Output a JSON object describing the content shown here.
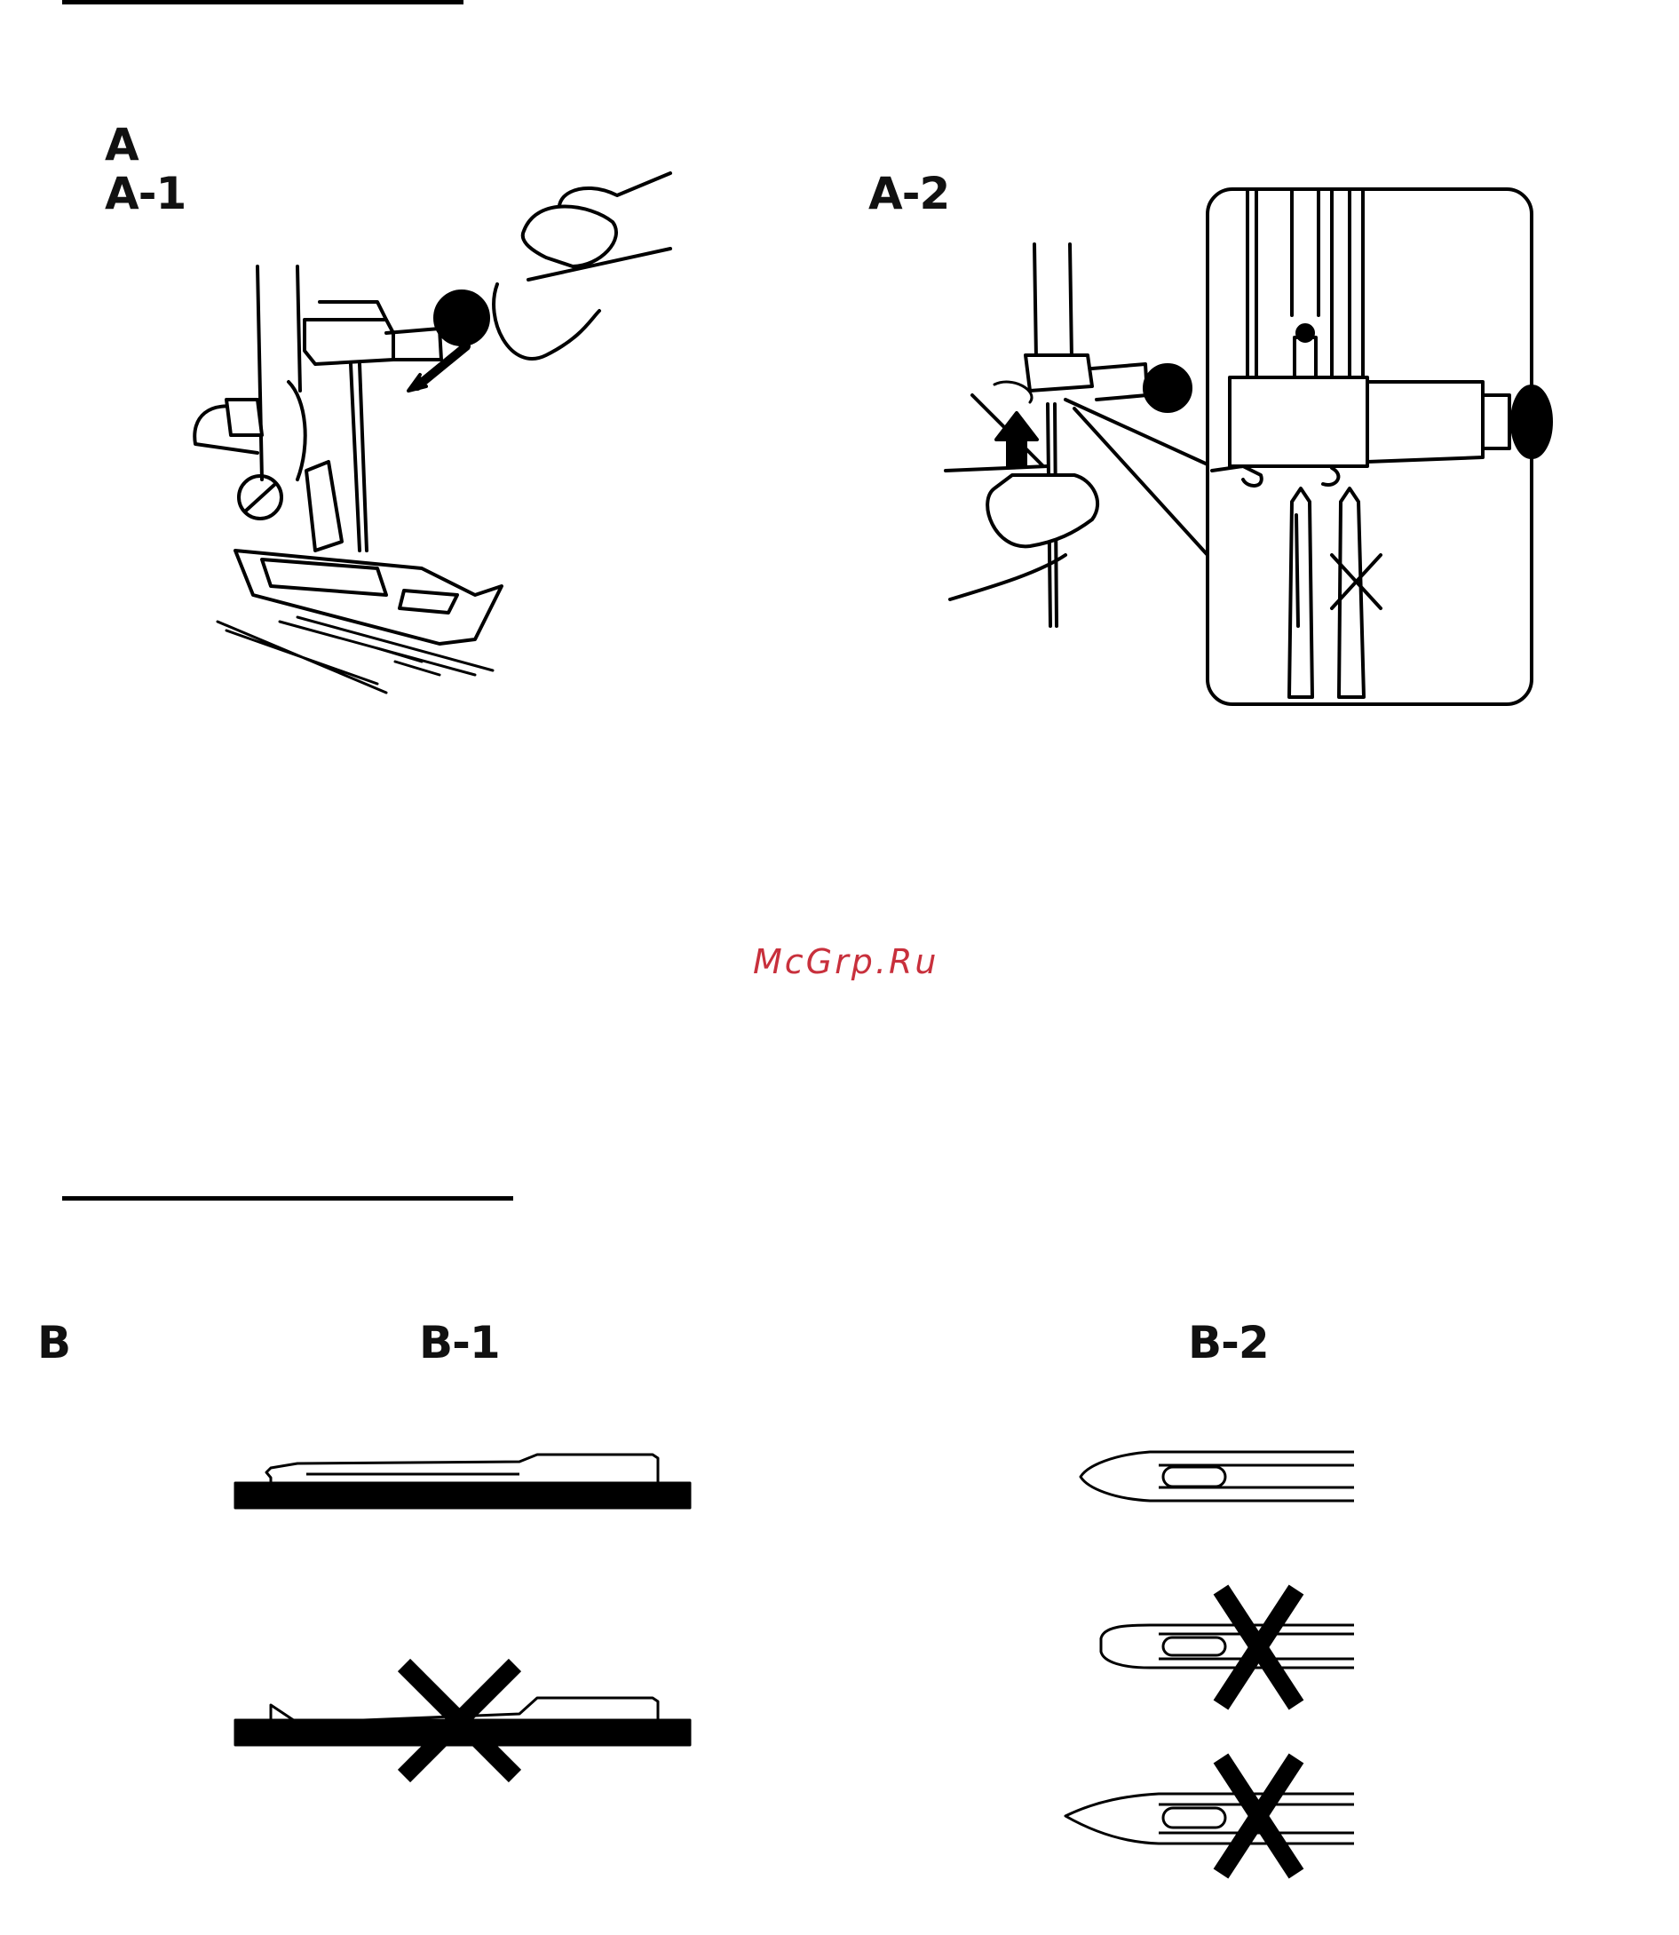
{
  "labels": {
    "a": "A",
    "a1": "A-1",
    "a2": "A-2",
    "b": "B",
    "b1": "B-1",
    "b2": "B-2"
  },
  "watermark": {
    "text": "McGrp.Ru",
    "color": "#c8303c"
  },
  "colors": {
    "ink": "#000000",
    "paper": "#ffffff"
  },
  "figures": {
    "a1": "sewing-machine-needle-insert-icon",
    "a2": "needle-threader-detail-icon",
    "b1": "needle-flat-side-check-icon",
    "b2": "needle-point-check-icon"
  }
}
